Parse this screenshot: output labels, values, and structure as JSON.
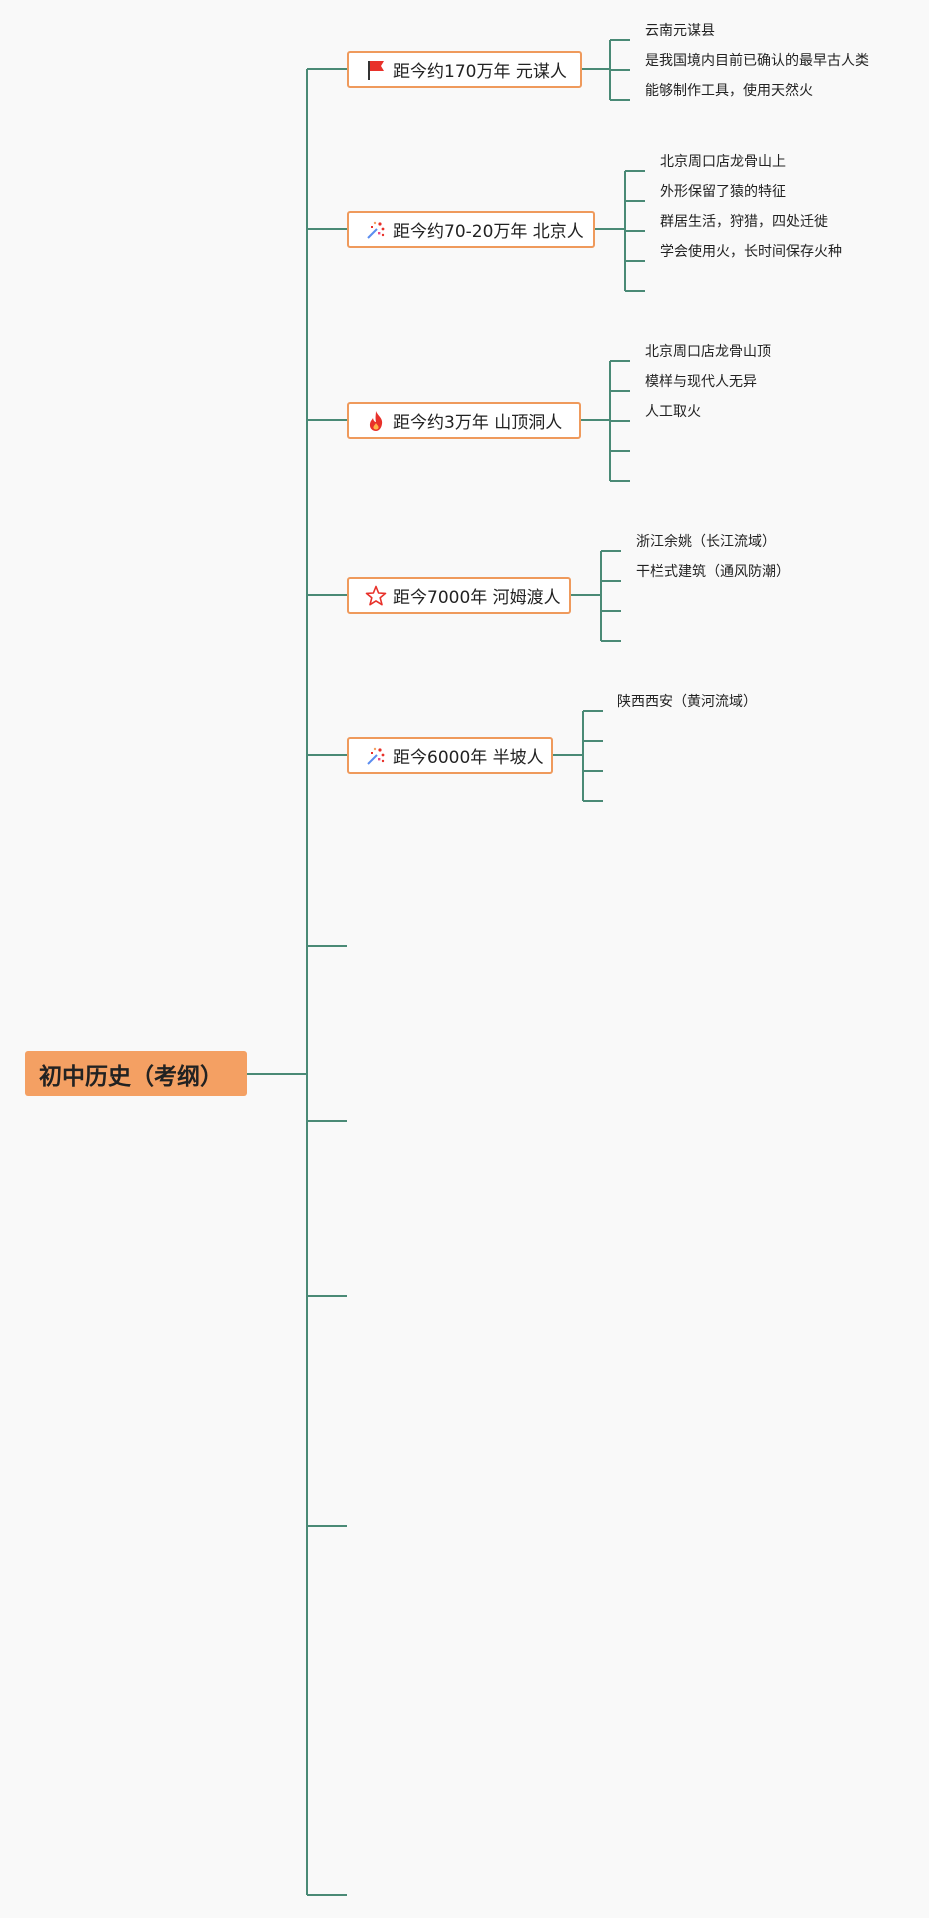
{
  "root": {
    "label": "初中历史（考纲）"
  },
  "topics": [
    {
      "icon": "red-flag-icon",
      "label": "距今约170万年 元谋人",
      "leaves": [
        "云南元谋县",
        "是我国境内目前已确认的最早古人类",
        "能够制作工具，使用天然火"
      ]
    },
    {
      "icon": "confetti-icon",
      "label": "距今约70-20万年 北京人",
      "leaves": [
        "北京周口店龙骨山上",
        "外形保留了猿的特征",
        "群居生活，狩猎，四处迁徙",
        "学会使用火，长时间保存火种",
        ""
      ]
    },
    {
      "icon": "fire-icon",
      "label": "距今约3万年 山顶洞人",
      "leaves": [
        "北京周口店龙骨山顶",
        "模样与现代人无异",
        "人工取火",
        "",
        ""
      ]
    },
    {
      "icon": "star-icon",
      "label": "距今7000年 河姆渡人",
      "leaves": [
        "浙江余姚（长江流域）",
        "干栏式建筑（通风防潮）",
        "",
        ""
      ]
    },
    {
      "icon": "confetti-icon",
      "label": "距今6000年 半坡人",
      "leaves": [
        "陕西西安（黄河流域）",
        "",
        "",
        ""
      ]
    }
  ],
  "colors": {
    "connector": "#4a8a76",
    "root_fill": "#f4a063",
    "topic_border": "#ef9a5c"
  }
}
